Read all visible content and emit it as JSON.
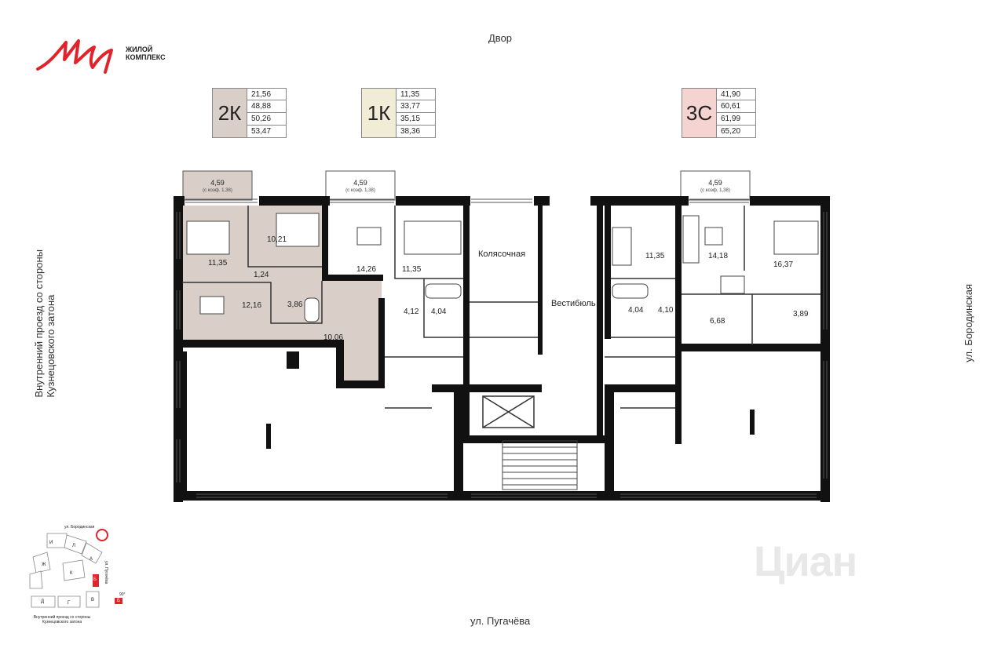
{
  "brand": {
    "mark": "Мир",
    "line1": "ЖИЛОЙ",
    "line2": "КОМПЛЕКС",
    "color": "#e1232b"
  },
  "orientation": {
    "top": "Двор",
    "bottom": "ул. Пугачёва",
    "right": "ул. Бородинская",
    "left_line1": "Внутренний проезд со стороны",
    "left_line2": "Кузнецовского затона"
  },
  "apartments": [
    {
      "code": "2К",
      "color": "#d9cfc8",
      "areas": [
        "21,56",
        "48,88",
        "50,26",
        "53,47"
      ]
    },
    {
      "code": "1К",
      "color": "#f1ecd6",
      "areas": [
        "11,35",
        "33,77",
        "35,15",
        "38,36"
      ]
    },
    {
      "code": "3С",
      "color": "#f5d3d0",
      "areas": [
        "41,90",
        "60,61",
        "61,99",
        "65,20"
      ]
    }
  ],
  "balconies": [
    {
      "area": "4,59",
      "note": "(с коэф. 1,38)"
    },
    {
      "area": "4,59",
      "note": "(с коэф. 1,38)"
    },
    {
      "area": "4,59",
      "note": "(с коэф. 1,38)"
    }
  ],
  "rooms": {
    "r1": "11,35",
    "r2": "10,21",
    "r3": "1,24",
    "r4": "12,16",
    "r5": "3,86",
    "r6": "10,06",
    "r7": "14,26",
    "r8": "11,35",
    "r9": "4,12",
    "r10": "4,04",
    "r11": "Колясочная",
    "r12": "Вестибюль",
    "r13": "11,35",
    "r14": "4,04",
    "r15": "4,10",
    "r16": "14,18",
    "r17": "16,37",
    "r18": "6,68",
    "r19": "3,89"
  },
  "minimap": {
    "street_top": "ул. Бородинская",
    "street_right": "ул. Пугачёва",
    "caption_line1": "Внутренний проезд со стороны",
    "caption_line2": "Кузнецовского затона",
    "sections": [
      "И",
      "Л",
      "Ж",
      "А",
      "К",
      "Б",
      "Д",
      "Г",
      "В",
      "Б"
    ],
    "angle": "90°"
  },
  "watermark": "Циан"
}
